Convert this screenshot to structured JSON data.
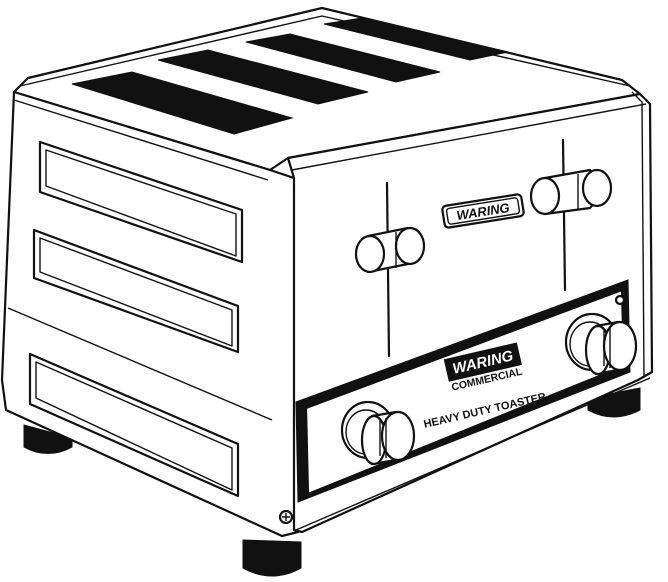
{
  "product": {
    "brand_badge": "WARING",
    "panel_logo": {
      "brand": "WARING",
      "sub": "COMMERCIAL"
    },
    "model_label": "HEAVY DUTY TOASTER"
  },
  "colors": {
    "line": "#111111",
    "body": "#ffffff"
  }
}
